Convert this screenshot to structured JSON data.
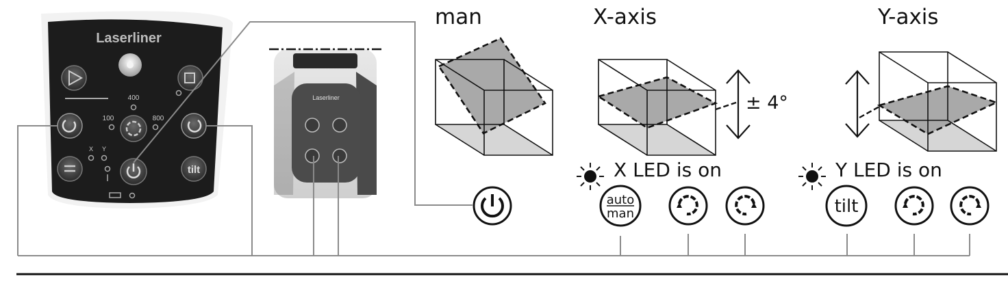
{
  "remote": {
    "brand": "Laserliner",
    "speed_labels": [
      "100",
      "400",
      "800"
    ],
    "led_labels": [
      "X",
      "Y"
    ],
    "tilt_label": "tilt"
  },
  "device": {
    "brand": "Laserliner"
  },
  "modes": {
    "man": "man",
    "x_axis": "X-axis",
    "y_axis": "Y-axis",
    "x_tilt": "± 4°"
  },
  "leds": {
    "x_on": "X LED is on",
    "y_on": "Y LED is on"
  },
  "buttons": {
    "power": "power-icon",
    "auto_man_top": "auto",
    "auto_man_bottom": "man",
    "tilt": "tilt",
    "rotate_left": "rotate-left-icon",
    "rotate_right": "rotate-right-icon"
  },
  "colors": {
    "panel": "#1c1c1c",
    "plane_gray": "#a9a9a9",
    "floor_gray": "#d6d6d6",
    "line": "#111111"
  }
}
